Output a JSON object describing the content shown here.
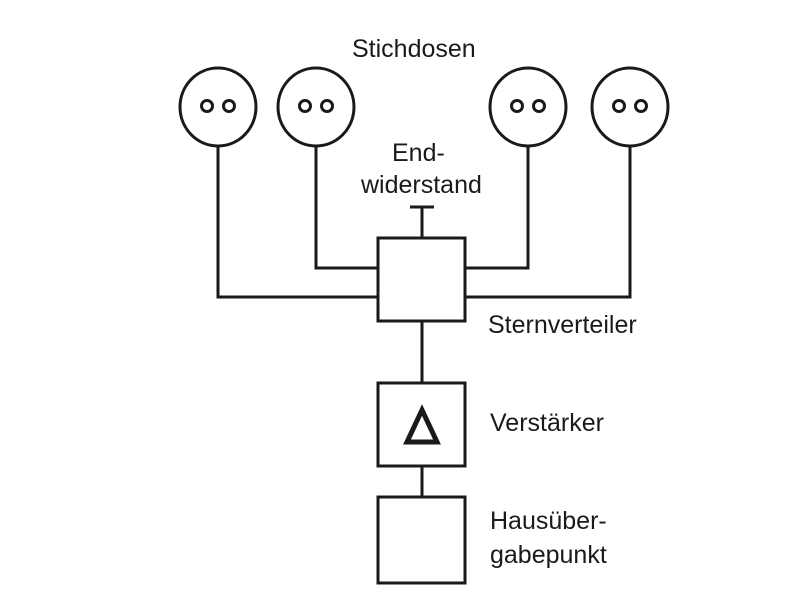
{
  "labels": {
    "sockets": "Stichdosen",
    "terminator_line1": "End-",
    "terminator_line2": "widerstand",
    "star_distributor": "Sternverteiler",
    "amplifier": "Verstärker",
    "handover_line1": "Hausüber-",
    "handover_line2": "gabepunkt"
  },
  "colors": {
    "stroke": "#1a1a1a",
    "background": "#ffffff"
  },
  "icons": {
    "socket": "socket-outlet-icon",
    "amplifier": "triangle-amplifier-icon",
    "terminator": "t-terminator-icon"
  }
}
